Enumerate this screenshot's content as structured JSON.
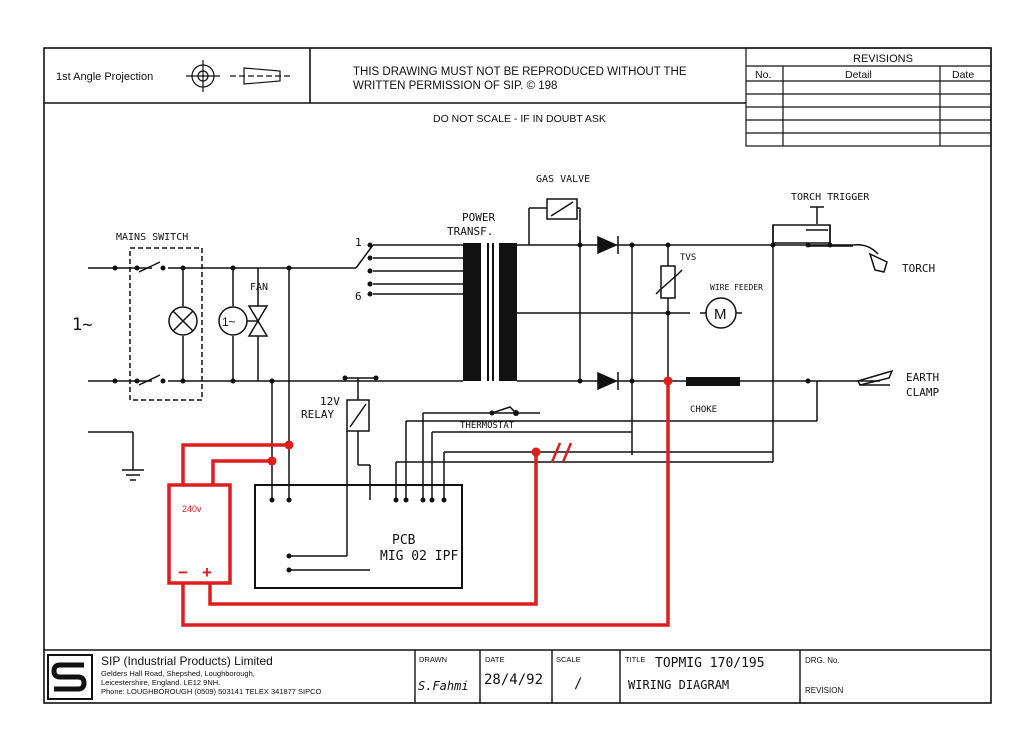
{
  "title_block": {
    "projection": "1st Angle Projection",
    "notice_line1": "THIS DRAWING MUST NOT BE REPRODUCED WITHOUT THE",
    "notice_line2": "WRITTEN PERMISSION OF SIP.  ©  198",
    "scale_note": "DO NOT SCALE - IF IN DOUBT ASK"
  },
  "revisions": {
    "title": "REVISIONS",
    "columns": [
      "No.",
      "Detail",
      "Date"
    ]
  },
  "labels": {
    "mains_switch": "MAINS SWITCH",
    "supply": "1~",
    "fan": "FAN",
    "lamp_symbol": "1~",
    "tap_1": "1",
    "tap_6": "6",
    "power_transf_1": "POWER",
    "power_transf_2": "TRANSF.",
    "gas_valve": "GAS VALVE",
    "torch_trigger": "TORCH TRIGGER",
    "torch": "TORCH",
    "tvs": "TVS",
    "wire_feeder": "WIRE FEEDER",
    "motor": "M",
    "earth_clamp_1": "EARTH",
    "earth_clamp_2": "CLAMP",
    "choke": "CHOKE",
    "relay_1": "12V",
    "relay_2": "RELAY",
    "thermostat": "THERMOSTAT",
    "pcb_1": "PCB",
    "pcb_2": "MIG 02 IPF"
  },
  "annotation": {
    "box_label": "240v",
    "minus": "−",
    "plus": "+",
    "color": "#e01d1d"
  },
  "footer": {
    "company": "SIP (Industrial Products) Limited",
    "address_1": "Gelders Hall Road, Shepshed, Loughborough,",
    "address_2": "Leicestershire, England. LE12 9NH.",
    "phone": "Phone: LOUGHBOROUGH (0509) 503141    TELEX 341877 SIPCO",
    "drawn_label": "DRAWN",
    "drawn_value": "S.Fahmi",
    "date_label": "DATE",
    "date_value": "28/4/92",
    "scale_label": "SCALE",
    "scale_value": "/",
    "title_label": "TITLE",
    "title_value_1": "TOPMIG 170/195",
    "title_value_2": "WIRING DIAGRAM",
    "drg_label": "DRG. No.",
    "revision_label": "REVISION"
  }
}
